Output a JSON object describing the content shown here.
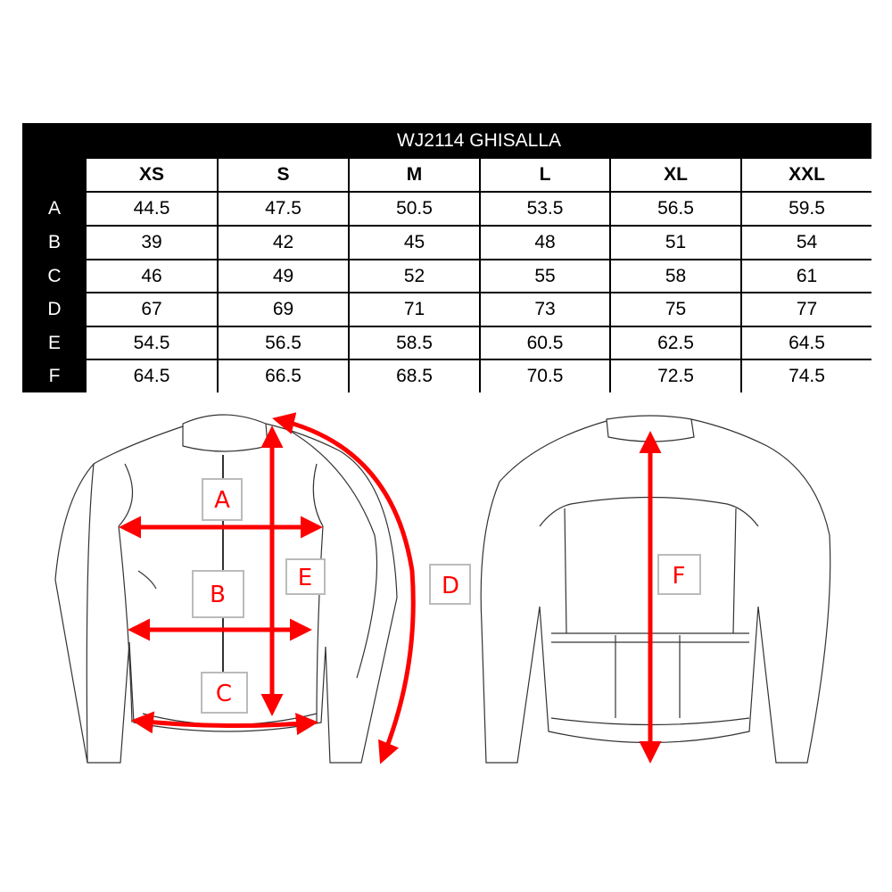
{
  "title": "WJ2114 GHISALLA",
  "sizes": [
    "XS",
    "S",
    "M",
    "L",
    "XL",
    "XXL"
  ],
  "rows": [
    {
      "label": "A",
      "values": [
        "44.5",
        "47.5",
        "50.5",
        "53.5",
        "56.5",
        "59.5"
      ]
    },
    {
      "label": "B",
      "values": [
        "39",
        "42",
        "45",
        "48",
        "51",
        "54"
      ]
    },
    {
      "label": "C",
      "values": [
        "46",
        "49",
        "52",
        "55",
        "58",
        "61"
      ]
    },
    {
      "label": "D",
      "values": [
        "67",
        "69",
        "71",
        "73",
        "75",
        "77"
      ]
    },
    {
      "label": "E",
      "values": [
        "54.5",
        "56.5",
        "58.5",
        "60.5",
        "62.5",
        "64.5"
      ]
    },
    {
      "label": "F",
      "values": [
        "64.5",
        "66.5",
        "68.5",
        "70.5",
        "72.5",
        "74.5"
      ]
    }
  ],
  "diagram_labels": {
    "a": "A",
    "b": "B",
    "c": "C",
    "d": "D",
    "e": "E",
    "f": "F"
  },
  "colors": {
    "arrow": "#ff0000",
    "table": "#000000"
  }
}
